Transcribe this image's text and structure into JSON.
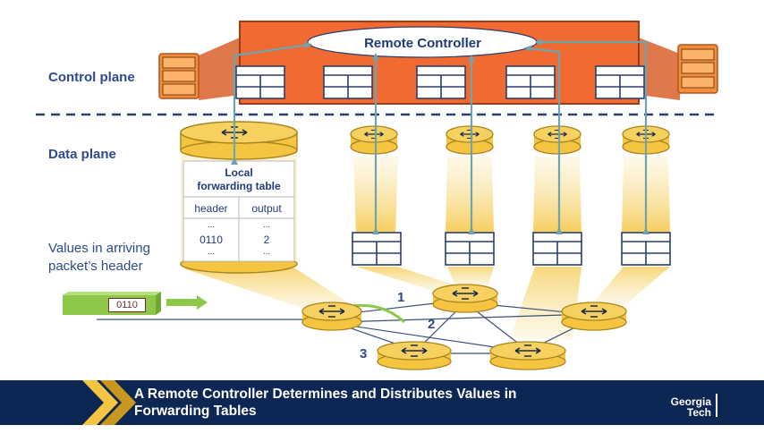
{
  "controller": {
    "title": "Remote Controller"
  },
  "planes": {
    "control": "Control plane",
    "data": "Data plane"
  },
  "local_table": {
    "title_line1": "Local",
    "title_line2": "forwarding table",
    "col_header": "header",
    "col_output": "output",
    "ellipsis": "...",
    "row_header": "0110",
    "row_output": "2"
  },
  "packet": {
    "label_line1": "Values in arriving",
    "label_line2": "packet’s header",
    "value": "0110"
  },
  "ports": [
    "1",
    "2",
    "3"
  ],
  "footer": {
    "title_line1": "A Remote Controller Determines and Distributes Values in",
    "title_line2": "Forwarding Tables",
    "logo_line1": "Georgia",
    "logo_line2": "Tech"
  },
  "colors": {
    "controller_box": "#f06a32",
    "router_gold": "#f5c542",
    "arrow_teal": "#6fa4ad",
    "navy": "#0d2755",
    "label_blue": "#2e4a8c",
    "packet_green": "#8dc84a"
  }
}
